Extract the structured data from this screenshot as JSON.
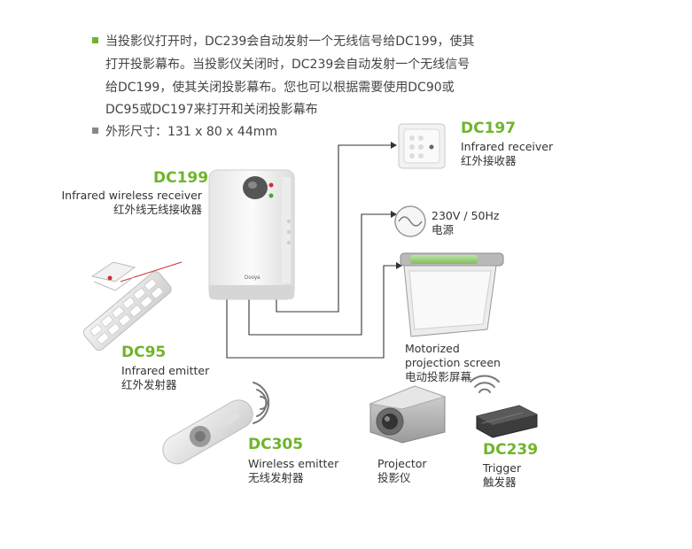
{
  "colors": {
    "accent_green": "#6fb52c",
    "bullet_green": "#6fb52c",
    "bullet_gray": "#888888",
    "wire": "#333333"
  },
  "description": {
    "line1": "当投影仪打开时，DC239会自动发射一个无线信号给DC199，使其",
    "line2": "打开投影幕布。当投影仪关闭时，DC239会自动发射一个无线信号",
    "line3": "给DC199，使其关闭投影幕布。您也可以根据需要使用DC90或",
    "line4": "DC95或DC197来打开和关闭投影幕布",
    "dimensions": "外形尺寸：131 x 80 x 44mm"
  },
  "devices": {
    "dc199": {
      "code": "DC199",
      "name_en": "Infrared wireless receiver",
      "name_cn": "红外线无线接收器",
      "brand": "Dooya"
    },
    "dc197": {
      "code": "DC197",
      "name_en": "Infrared receiver",
      "name_cn": "红外接收器"
    },
    "power": {
      "name_en": "230V / 50Hz",
      "name_cn": "电源"
    },
    "screen": {
      "name_en_1": "Motorized",
      "name_en_2": "projection screen",
      "name_cn": "电动投影屏幕"
    },
    "dc95": {
      "code": "DC95",
      "name_en": "Infrared emitter",
      "name_cn": "红外发射器"
    },
    "dc305": {
      "code": "DC305",
      "name_en": "Wireless emitter",
      "name_cn": "无线发射器"
    },
    "projector": {
      "name_en": "Projector",
      "name_cn": "投影仪"
    },
    "dc239": {
      "code": "DC239",
      "name_en": "Trigger",
      "name_cn": "触发器"
    }
  }
}
